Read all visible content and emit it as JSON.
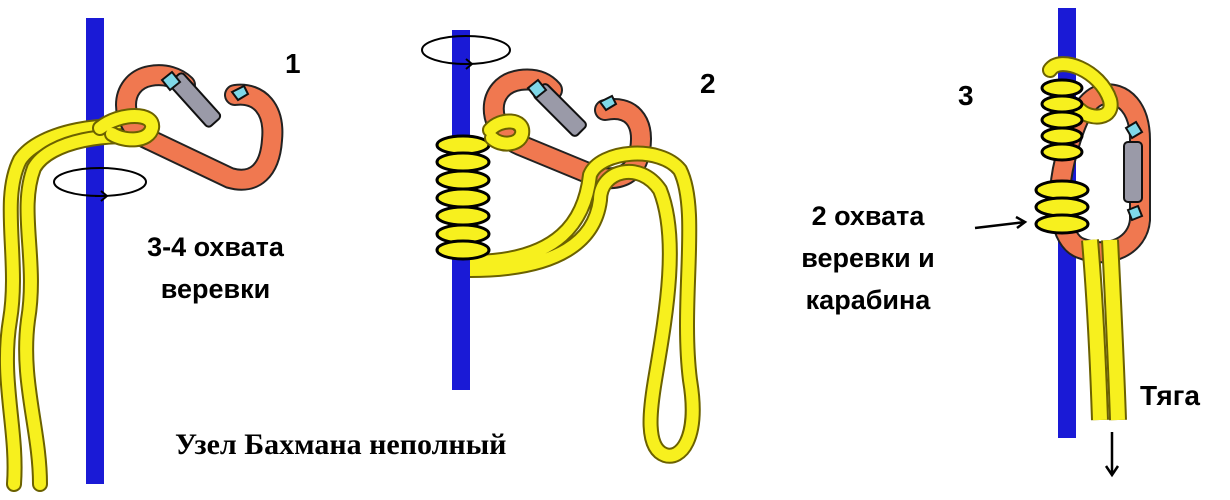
{
  "steps": [
    {
      "number": "1",
      "caption_line1": "3-4 охвата",
      "caption_line2": "веревки"
    },
    {
      "number": "2"
    },
    {
      "number": "3",
      "caption_line1": "2  охвата",
      "caption_line2": "веревки  и",
      "caption_line3": "карабина"
    }
  ],
  "pull_label": "Тяга",
  "title": "Узел  Бахмана  неполный",
  "colors": {
    "pole": "#1a1ad6",
    "rope": "#f7f01e",
    "rope_outline": "#6b6100",
    "carabiner": "#f07850",
    "gate": "#9a9aa8",
    "gate_hinge": "#7fd8e8"
  }
}
